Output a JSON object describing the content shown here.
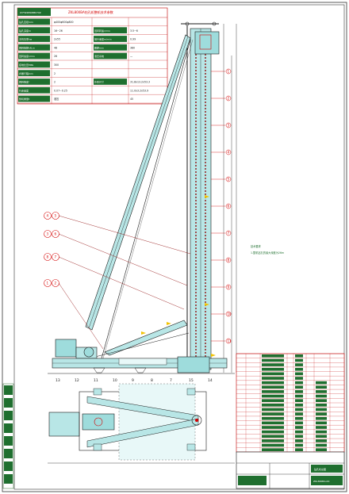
{
  "drawing": {
    "header_code": "03*W4890BB-T0Z",
    "table_title": "ZKL800BA钻孔机整机技术参数",
    "title_block_name": "钻孔机总图",
    "title_block_code": "ZKL800BA-00"
  },
  "param_rows": [
    {
      "label": "钻孔直径mm",
      "value": "φ400φ600φ800"
    },
    {
      "label": "钻孔深度m",
      "value": "16~26",
      "label2": "回转转速r/min",
      "value2": "3.5~6"
    },
    {
      "label": "主机功率kw",
      "value": "2x55",
      "label2": "提升速度m/min",
      "value2": "0.99"
    },
    {
      "label": "回转扭矩kN.m",
      "value": "48",
      "label2": "履距mm",
      "value2": "380"
    },
    {
      "label": "回转速度r/min",
      "value": "26",
      "label2": "液压系统",
      "value2": "—"
    },
    {
      "label": "接地比压MPa",
      "value": "300"
    },
    {
      "label": "步履行程mm",
      "value": "2"
    },
    {
      "label": "回转角度°",
      "value": "2",
      "label2": "外形尺寸",
      "value2": "31.8x13.2x53.3"
    },
    {
      "label": "行走速度",
      "value": "0.07~0.25",
      "label2": "",
      "value2": "11.0x3.2x53.9"
    },
    {
      "label": "整机重量t",
      "value": "液压",
      "label2": "",
      "value2": "45"
    }
  ],
  "callouts": [
    "4",
    "5",
    "3",
    "6",
    "8",
    "7",
    "1",
    "2"
  ],
  "mast_marks": [
    "1",
    "2",
    "3",
    "4",
    "5",
    "6",
    "7",
    "8",
    "9",
    "10",
    "11"
  ],
  "base_marks": [
    "13",
    "12",
    "11",
    "10",
    "9",
    "8",
    "7",
    "15",
    "14"
  ],
  "note_title": "技术要求",
  "note_text": "1.整机钻孔的最大深度为26m",
  "parts_rows": 22,
  "left_strip_rows": 8
}
